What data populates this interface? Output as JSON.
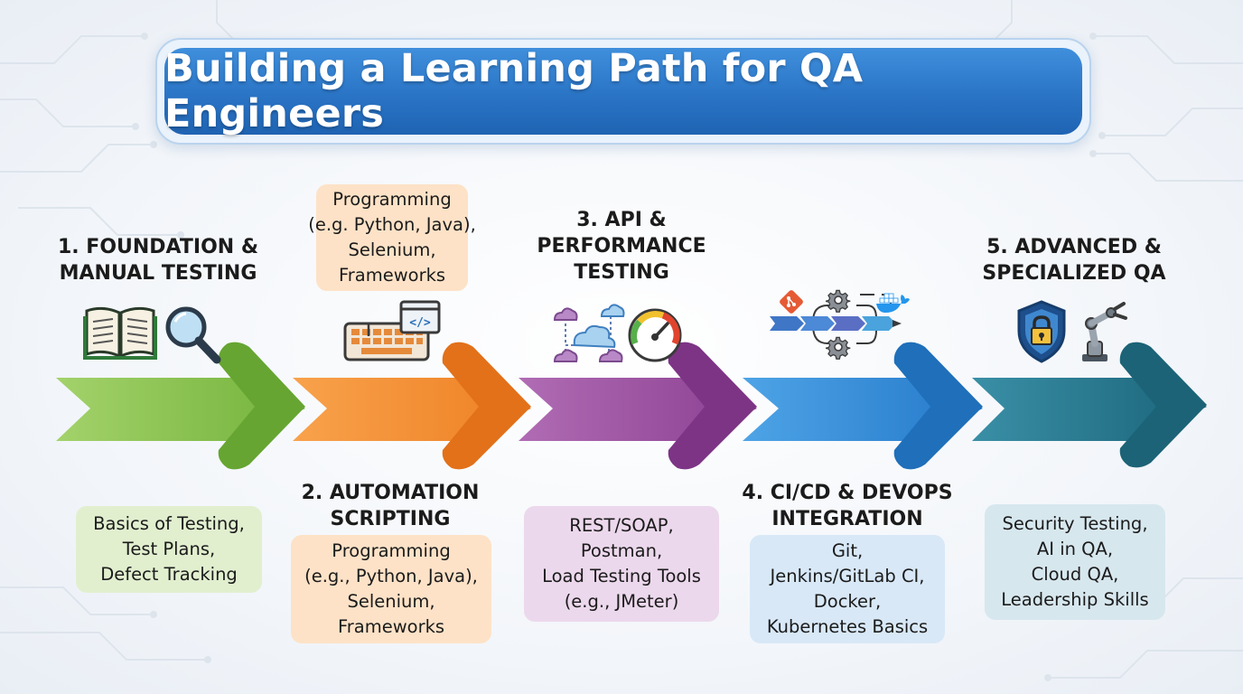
{
  "title": "Building a Learning Path for QA Engineers",
  "colors": {
    "step1": "#7cba3f",
    "step2": "#f2892c",
    "step3": "#9c4f9e",
    "step4": "#2f8bd6",
    "step5": "#1f7a8c",
    "title_bg": "#2a74c6"
  },
  "steps": [
    {
      "heading": [
        "1. FOUNDATION &",
        "MANUAL TESTING"
      ],
      "notes": [
        "Basics of Testing,",
        "Test Plans,",
        "Defect Tracking"
      ],
      "icons": [
        "book-icon",
        "magnifier-icon"
      ]
    },
    {
      "heading": [
        "2. AUTOMATION",
        "SCRIPTING"
      ],
      "top_notes": [
        "Programming",
        "(e.g. Python, Java),",
        "Selenium,",
        "Frameworks"
      ],
      "notes": [
        "Programming",
        "(e.g., Python, Java),",
        "Selenium,",
        "Frameworks"
      ],
      "icons": [
        "keyboard-icon",
        "code-window-icon"
      ]
    },
    {
      "heading": [
        "3. API &",
        "PERFORMANCE",
        "TESTING"
      ],
      "notes": [
        "REST/SOAP,",
        "Postman,",
        "Load Testing Tools",
        "(e.g., JMeter)"
      ],
      "icons": [
        "cloud-network-icon",
        "speedometer-icon"
      ]
    },
    {
      "heading": [
        "4. CI/CD & DEVOPS",
        "INTEGRATION"
      ],
      "notes": [
        "Git,",
        "Jenkins/GitLab CI,",
        "Docker,",
        "Kubernetes Basics"
      ],
      "icons": [
        "git-icon",
        "pipeline-icon",
        "gear-icon",
        "docker-icon"
      ]
    },
    {
      "heading": [
        "5. ADVANCED &",
        "SPECIALIZED QA"
      ],
      "notes": [
        "Security Testing,",
        "AI in QA,",
        "Cloud QA,",
        "Leadership Skills"
      ],
      "icons": [
        "shield-lock-icon",
        "robot-arm-icon"
      ]
    }
  ]
}
